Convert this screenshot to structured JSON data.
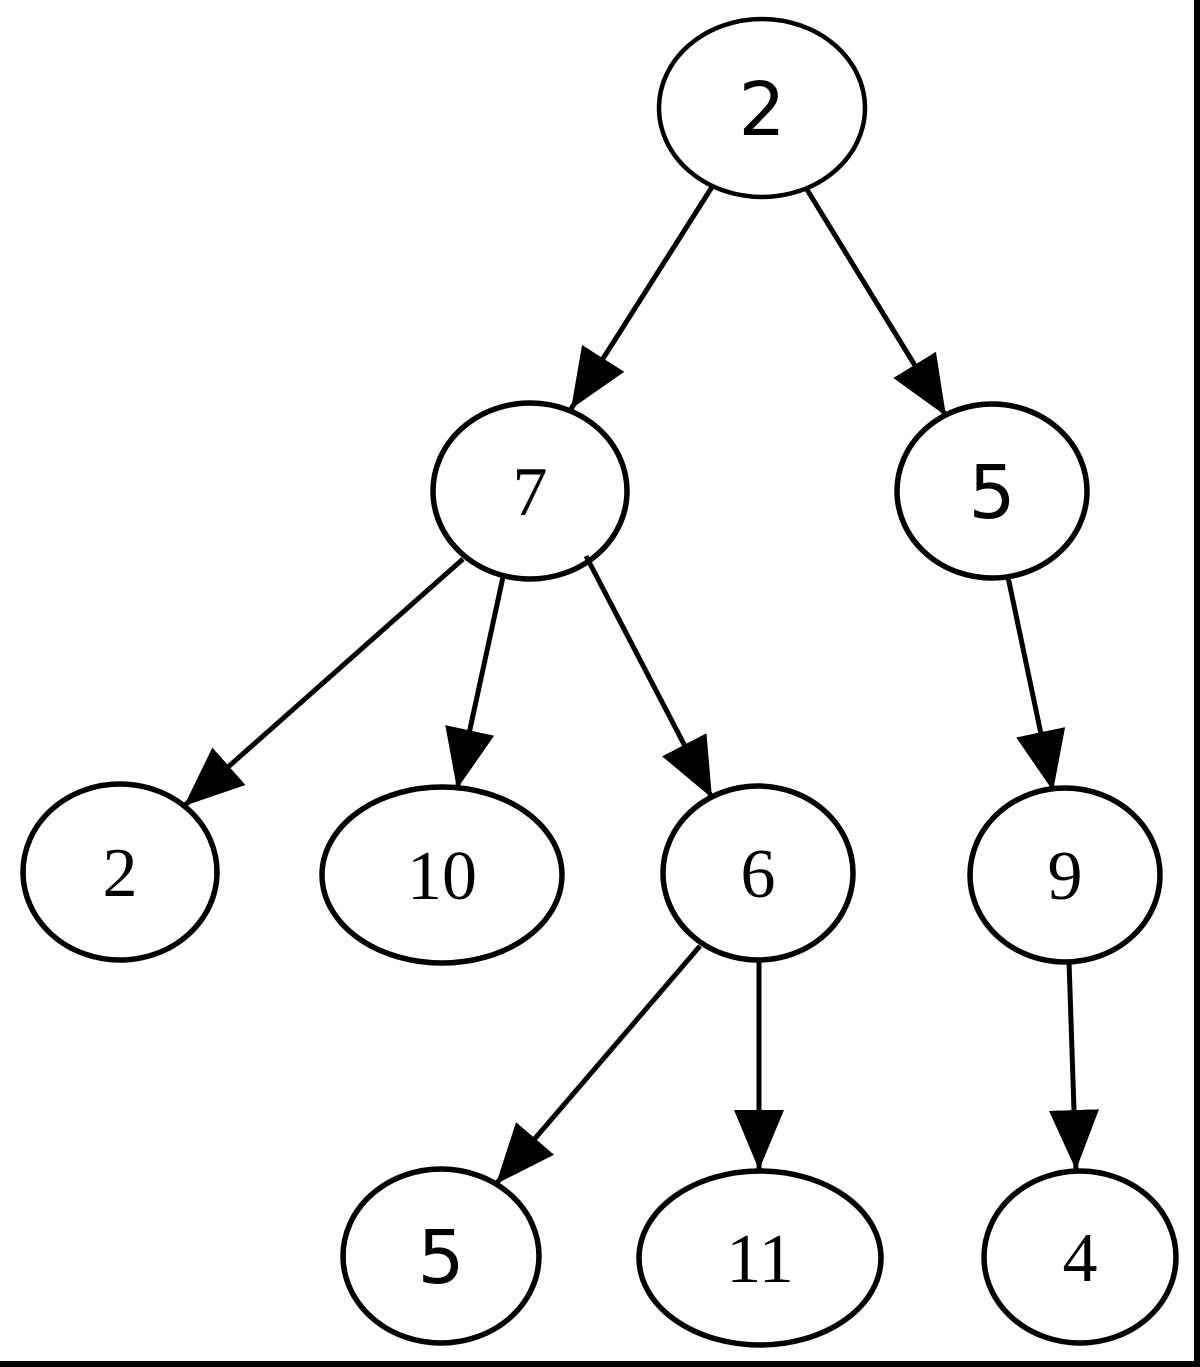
{
  "diagram": {
    "type": "directed-tree",
    "background": "#ffffff",
    "edge_color": "#000000",
    "node_stroke_color": "#000000",
    "node_label_color": "#000000",
    "edge_style": {
      "arrowhead": "filled-triangle"
    },
    "highlight": {
      "ellipse_stroke": "#a52f2f",
      "label_color": "#149014"
    },
    "border_color": "#000000",
    "nodes": {
      "root": {
        "label": "2",
        "highlighted": true
      },
      "n7": {
        "label": "7"
      },
      "n5": {
        "label": "5"
      },
      "n2leaf": {
        "label": "2"
      },
      "n10": {
        "label": "10"
      },
      "n6": {
        "label": "6"
      },
      "n9": {
        "label": "9"
      },
      "n5leaf": {
        "label": "5"
      },
      "n11": {
        "label": "11"
      },
      "n4": {
        "label": "4"
      }
    },
    "edges": [
      {
        "from": "root",
        "to": "n7"
      },
      {
        "from": "root",
        "to": "n5"
      },
      {
        "from": "n7",
        "to": "n2leaf"
      },
      {
        "from": "n7",
        "to": "n10"
      },
      {
        "from": "n7",
        "to": "n6"
      },
      {
        "from": "n5",
        "to": "n9"
      },
      {
        "from": "n6",
        "to": "n5leaf"
      },
      {
        "from": "n6",
        "to": "n11"
      },
      {
        "from": "n9",
        "to": "n4"
      }
    ]
  }
}
